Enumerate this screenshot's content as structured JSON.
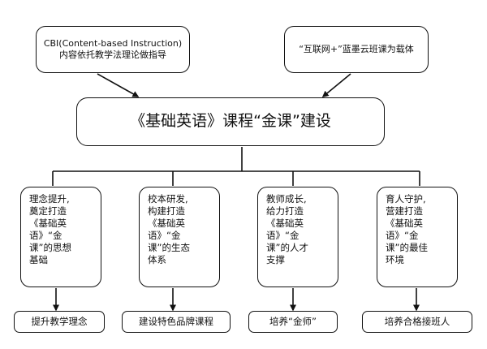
{
  "diagram": {
    "basis_boxes": [
      {
        "text": "CBI(Content-based Instruction) 内容依托教学法理论做指导"
      },
      {
        "text": "“互联网+”蓝墨云班课为载体"
      }
    ],
    "main_box": {
      "text": "《基础英语》课程“金课”建设"
    },
    "columns": [
      {
        "lines": [
          "理念提升,",
          "奠定打造",
          "《基础英",
          "语》“金",
          "课”的思想",
          "基础"
        ]
      },
      {
        "lines": [
          "校本研发,",
          "构建打造",
          "《基础英",
          "语》“金",
          "课”的生态",
          "体系"
        ]
      },
      {
        "lines": [
          "教师成长,",
          "给力打造",
          "《基础英",
          "语》“金",
          "课”的人才",
          "支撑"
        ]
      },
      {
        "lines": [
          "育人守护,",
          "营建打造",
          "《基础英",
          "语》“金",
          "课”的最佳",
          "环境"
        ]
      }
    ],
    "outcomes": [
      {
        "text": "提升教学理念"
      },
      {
        "text": "建设特色品牌课程"
      },
      {
        "text": "培养“金师”"
      },
      {
        "text": "培养合格接班人"
      }
    ]
  }
}
